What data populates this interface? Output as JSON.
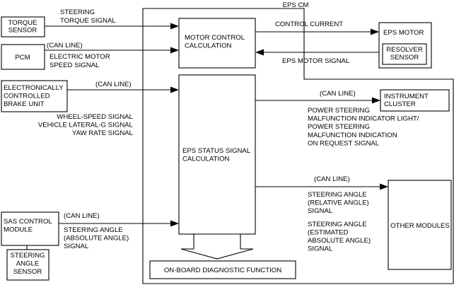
{
  "eps_cm": {
    "title": "EPS CM"
  },
  "inputs": {
    "torque_sensor": [
      "TORQUE",
      "SENSOR"
    ],
    "pcm": [
      "PCM"
    ],
    "brake_unit": [
      "ELECTRONICALLY",
      "CONTROLLED",
      "BRAKE UNIT"
    ],
    "sas_module": [
      "SAS CONTROL",
      "MODULE"
    ],
    "angle_sensor": [
      "STEERING",
      "ANGLE",
      "SENSOR"
    ]
  },
  "blocks": {
    "motor_control": [
      "MOTOR CONTROL",
      "CALCULATION"
    ],
    "status_calc": [
      "EPS STATUS SIGNAL",
      "CALCULATION"
    ],
    "obd": [
      "ON-BOARD DIAGNOSTIC FUNCTION"
    ]
  },
  "outputs": {
    "eps_motor": [
      "EPS MOTOR"
    ],
    "resolver": [
      "RESOLVER",
      "SENSOR"
    ],
    "instrument_cluster": [
      "INSTRUMENT",
      "CLUSTER"
    ],
    "other_modules": [
      "OTHER MODULES"
    ]
  },
  "signals": {
    "steering_torque": [
      "STEERING",
      "TORQUE SIGNAL"
    ],
    "pcm_can": [
      "(CAN LINE)"
    ],
    "motor_speed": [
      "ELECTRIC MOTOR",
      "SPEED SIGNAL"
    ],
    "brake_can": [
      "(CAN LINE)"
    ],
    "brake_signals": [
      "WHEEL-SPEED SIGNAL",
      "VEHICLE LATERAL-G SIGNAL",
      "YAW RATE SIGNAL"
    ],
    "control_current": [
      "CONTROL CURRENT"
    ],
    "eps_motor_signal": [
      "EPS MOTOR SIGNAL"
    ],
    "cluster_can": [
      "(CAN LINE)"
    ],
    "cluster_signals": [
      "POWER STEERING",
      "MALFUNCTION INDICATOR LIGHT/",
      "POWER STEERING",
      "MALFUNCTION INDICATION",
      "ON REQUEST SIGNAL"
    ],
    "modules_can": [
      "(CAN LINE)"
    ],
    "relative_angle": [
      "STEERING ANGLE",
      "(RELATIVE ANGLE)",
      "SIGNAL"
    ],
    "estimated_angle": [
      "STEERING ANGLE",
      "(ESTIMATED",
      "ABSOLUTE ANGLE)",
      "SIGNAL"
    ],
    "sas_can": [
      "(CAN LINE)"
    ],
    "absolute_angle": [
      "STEERING ANGLE",
      "(ABSOLUTE ANGLE)",
      "SIGNAL"
    ]
  }
}
